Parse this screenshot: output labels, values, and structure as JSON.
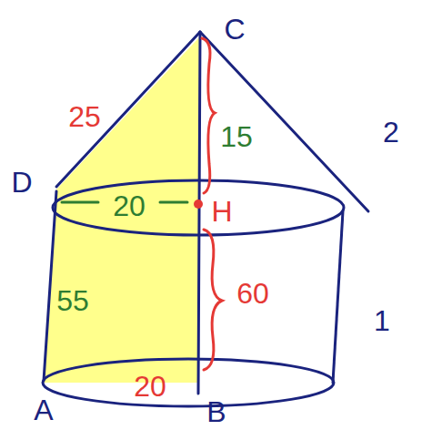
{
  "diagram": {
    "labels": [
      "C",
      "2",
      "25",
      "15",
      "D",
      "20",
      "H",
      "55",
      "60",
      "1",
      "A",
      "20",
      "B"
    ]
  }
}
